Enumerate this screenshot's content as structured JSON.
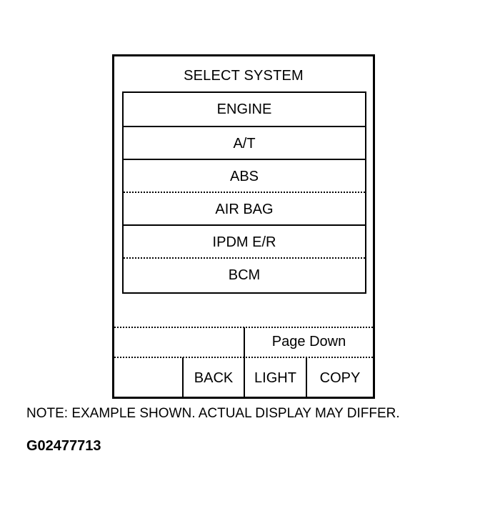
{
  "screen": {
    "title": "SELECT SYSTEM",
    "systems": [
      {
        "label": "ENGINE"
      },
      {
        "label": "A/T"
      },
      {
        "label": "ABS"
      },
      {
        "label": "AIR BAG"
      },
      {
        "label": "IPDM E/R"
      },
      {
        "label": "BCM"
      }
    ]
  },
  "softkeys": {
    "page_down": "Page Down",
    "back": "BACK",
    "light": "LIGHT",
    "copy": "COPY"
  },
  "note": "NOTE: EXAMPLE SHOWN. ACTUAL DISPLAY MAY DIFFER.",
  "figure_id": "G02477713"
}
